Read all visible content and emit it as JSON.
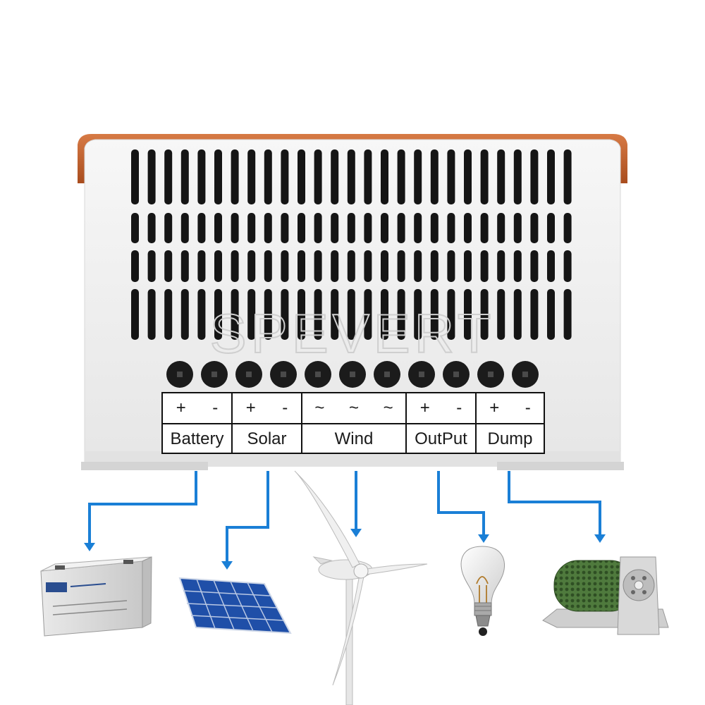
{
  "watermark": "SPEVERT",
  "terminals": [
    {
      "label": "Battery",
      "symbols": [
        "+",
        "-"
      ]
    },
    {
      "label": "Solar",
      "symbols": [
        "+",
        "-"
      ]
    },
    {
      "label": "Wind",
      "symbols": [
        "~",
        "~",
        "~"
      ]
    },
    {
      "label": "OutPut",
      "symbols": [
        "+",
        "-"
      ]
    },
    {
      "label": "Dump",
      "symbols": [
        "+",
        "-"
      ]
    }
  ],
  "colors": {
    "trim": "#c4602a",
    "arrow": "#1a7fd6",
    "body": "#efefef"
  },
  "devices": [
    "battery-image",
    "solar-panel-image",
    "wind-turbine-image",
    "light-bulb-image",
    "dump-load-resistor-image"
  ]
}
